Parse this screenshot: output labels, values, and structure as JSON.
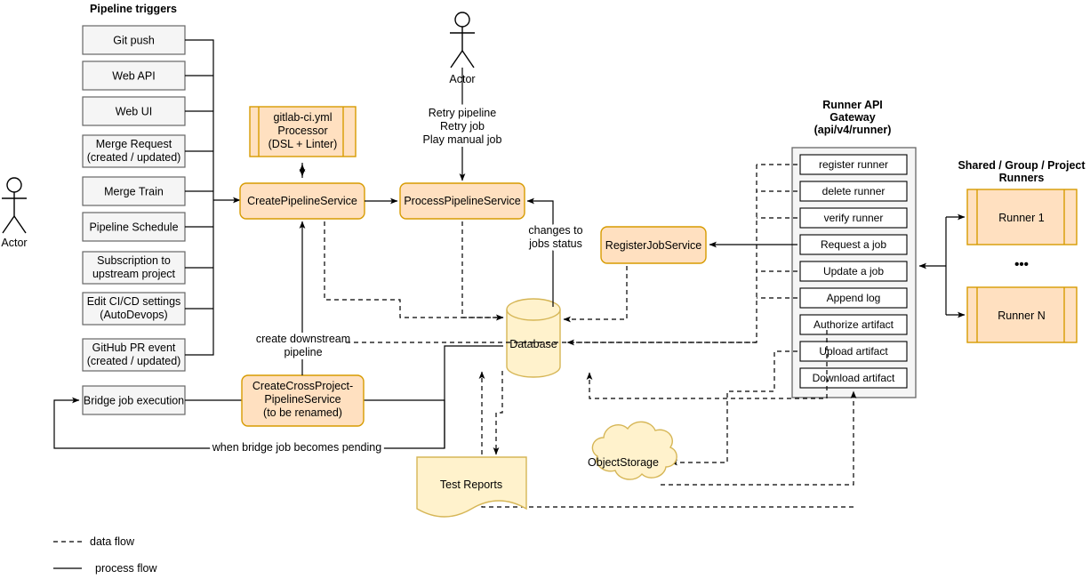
{
  "diagram": {
    "title": "GitLab CI pipeline architecture",
    "colors": {
      "orange_fill": "#ffe0c0",
      "orange_stroke": "#d79b00",
      "yellow_fill": "#fff2cc",
      "yellow_stroke": "#d6b656",
      "grey_fill": "#f5f5f5",
      "grey_stroke": "#666666",
      "line": "#000000"
    }
  },
  "triggers": {
    "heading": "Pipeline triggers",
    "items": [
      {
        "label": "Git push"
      },
      {
        "label": "Web API"
      },
      {
        "label": "Web UI"
      },
      {
        "label": "Merge Request\n(created / updated)",
        "line1": "Merge Request",
        "line2": "(created / updated)"
      },
      {
        "label": "Merge Train"
      },
      {
        "label": "Pipeline Schedule"
      },
      {
        "label": "Subscription to\nupstream project",
        "line1": "Subscription to",
        "line2": "upstream project"
      },
      {
        "label": "Edit CI/CD settings\n(AutoDevops)",
        "line1": "Edit CI/CD settings",
        "line2": "(AutoDevops)"
      },
      {
        "label": "GitHub PR event\n(created / updated)",
        "line1": "GitHub PR event",
        "line2": "(created / updated)"
      }
    ],
    "bridge": {
      "label": "Bridge job execution"
    }
  },
  "actors": {
    "left": {
      "label": "Actor"
    },
    "top": {
      "label": "Actor"
    }
  },
  "services": {
    "yml_processor": {
      "line1": "gitlab-ci.yml",
      "line2": "Processor",
      "line3": "(DSL + Linter)"
    },
    "create_pipeline": {
      "label": "CreatePipelineService"
    },
    "process_pipeline": {
      "label": "ProcessPipelineService"
    },
    "cross_project": {
      "line1": "CreateCrossProject-",
      "line2": "PipelineService",
      "line3": "(to be renamed)"
    },
    "register_job": {
      "label": "RegisterJobService"
    }
  },
  "stores": {
    "database": {
      "label": "Database"
    },
    "test_reports": {
      "label": "Test Reports"
    },
    "object_storage": {
      "label": "ObjectStorage"
    }
  },
  "gateway": {
    "heading": {
      "line1": "Runner API",
      "line2": "Gateway",
      "line3": "(api/v4/runner)"
    },
    "endpoints": [
      {
        "label": "register runner"
      },
      {
        "label": "delete runner"
      },
      {
        "label": "verify runner"
      },
      {
        "label": "Request a job"
      },
      {
        "label": "Update a job"
      },
      {
        "label": "Append log"
      },
      {
        "label": "Authorize artifact"
      },
      {
        "label": "Upload artifact"
      },
      {
        "label": "Download artifact"
      }
    ]
  },
  "runners": {
    "heading": {
      "line1": "Shared / Group / Project",
      "line2": "Runners"
    },
    "items": [
      {
        "label": "Runner 1"
      },
      {
        "label": "Runner N"
      }
    ],
    "ellipsis": "•••"
  },
  "edge_labels": {
    "retry": {
      "line1": "Retry pipeline",
      "line2": "Retry job",
      "line3": "Play manual job"
    },
    "changes_to_jobs_status": {
      "line1": "changes to",
      "line2": "jobs status"
    },
    "create_downstream": {
      "line1": "create downstream",
      "line2": "pipeline"
    },
    "bridge_pending": {
      "label": "when bridge job becomes pending"
    }
  },
  "legend": {
    "data_flow": "data flow",
    "process_flow": "process flow"
  }
}
